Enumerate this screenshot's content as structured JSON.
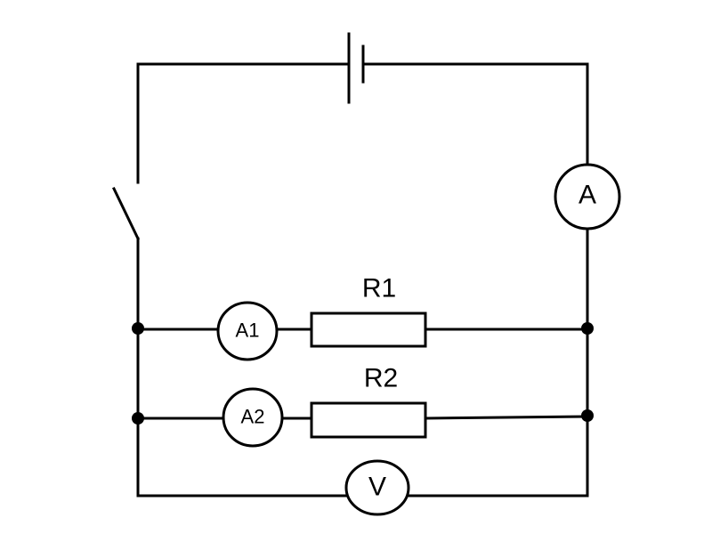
{
  "components": {
    "ammeter_main": {
      "label": "A"
    },
    "ammeter_1": {
      "label": "A1"
    },
    "ammeter_2": {
      "label": "A2"
    },
    "voltmeter": {
      "label": "V"
    },
    "resistor_1": {
      "label": "R1"
    },
    "resistor_2": {
      "label": "R2"
    }
  },
  "colors": {
    "wire": "#000000",
    "background": "#ffffff"
  },
  "icons": {
    "battery": "battery-icon",
    "switch": "switch-open-icon",
    "ammeter": "ammeter-icon",
    "voltmeter": "voltmeter-icon",
    "resistor": "resistor-icon",
    "junction": "junction-node-icon"
  }
}
